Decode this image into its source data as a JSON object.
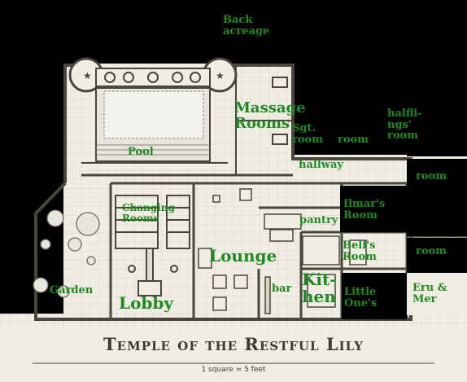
{
  "map": {
    "title": "Temple of the Restful Lily",
    "scale": "1 square = 5 feet",
    "colors": {
      "background": "#000000",
      "parchment": "#f0ede4",
      "grid": "#d7d3c6",
      "wall": "#4a463c",
      "label": "#1f8a1f",
      "title": "#3d3a33"
    },
    "labels": {
      "back_acreage": "Back\nacreage",
      "massage_rooms": "Massage\nRooms",
      "sgt_room": "Sgt.\nroom",
      "room_1": "room",
      "halflings_room": "halfli-\nngs'\nroom",
      "pool": "Pool",
      "hallway": "hallway",
      "room_2": "room",
      "changing_rooms": "Changing\nRooms",
      "ilmars_room": "Ilmar's\nRoom",
      "pantry": "pantry",
      "bells_room": "Bell's\nRoom",
      "room_3": "room",
      "lounge": "Lounge",
      "garden": "Garden",
      "bar": "bar",
      "kitchen": "Kit-\nhen",
      "little_ones": "Little\nOne's",
      "eru_mer": "Eru &\nMer",
      "lobby": "Lobby"
    }
  }
}
